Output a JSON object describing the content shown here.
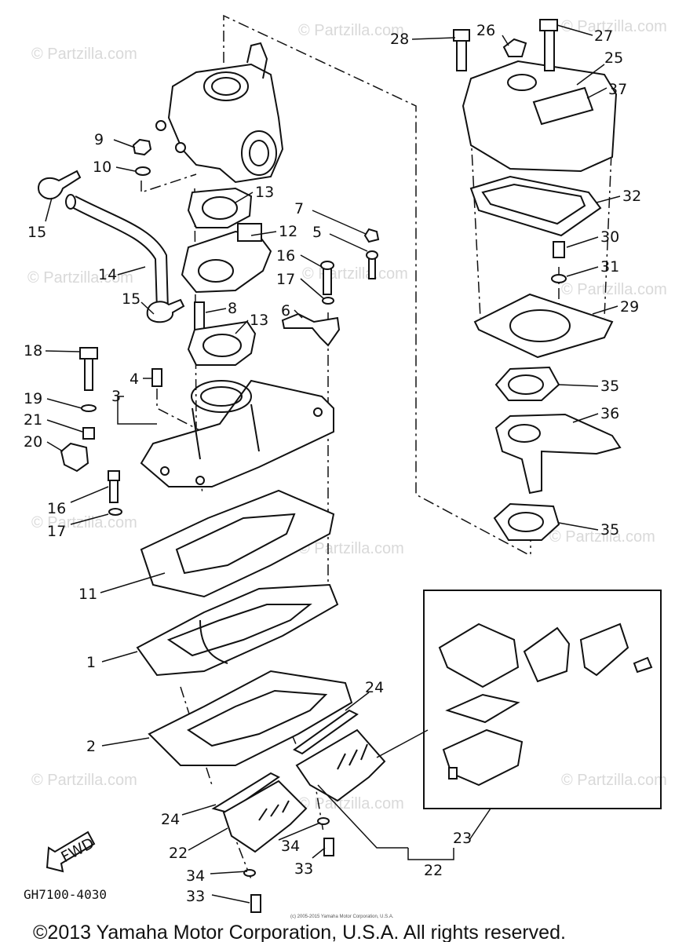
{
  "watermarks": [
    "© Partzilla.com",
    "© Partzilla.com",
    "© Partzilla.com",
    "© Partzilla.com",
    "© Partzilla.com",
    "© Partzilla.com",
    "© Partzilla.com",
    "© Partzilla.com",
    "© Partzilla.com",
    "© Partzilla.com",
    "© Partzilla.com",
    "© Partzilla.com"
  ],
  "callouts": [
    "28",
    "26",
    "27",
    "25",
    "37",
    "32",
    "30",
    "31",
    "29",
    "35",
    "36",
    "35",
    "9",
    "10",
    "13",
    "12",
    "7",
    "5",
    "16",
    "17",
    "15",
    "14",
    "15",
    "8",
    "13",
    "6",
    "18",
    "4",
    "3",
    "19",
    "21",
    "20",
    "16",
    "17",
    "11",
    "1",
    "2",
    "24",
    "24",
    "22",
    "34",
    "33",
    "34",
    "33",
    "22",
    "23"
  ],
  "diagram_code": "GH7100-4030",
  "fwd_label": "FWD",
  "tiny_copyright": "(c) 2005-2015 Yamaha Motor Corporation, U.S.A.",
  "copyright": "©2013 Yamaha Motor Corporation, U.S.A. All rights reserved."
}
